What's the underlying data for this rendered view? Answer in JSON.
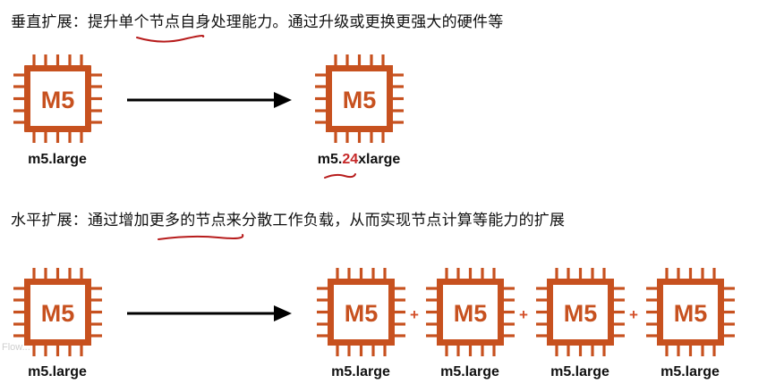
{
  "vertical": {
    "heading": "垂直扩展：提升单个节点自身处理能力。通过升级或更换更强大的硬件等",
    "source_chip": {
      "label": "M5",
      "caption": "m5.large"
    },
    "target_chip": {
      "label": "M5",
      "caption_prefix": "m5.",
      "caption_highlight": "24",
      "caption_suffix": "xlarge"
    }
  },
  "horizontal": {
    "heading": "水平扩展：通过增加更多的节点来分散工作负载，从而实现节点计算等能力的扩展",
    "source_chip": {
      "label": "M5",
      "caption": "m5.large"
    },
    "target_chips": [
      {
        "label": "M5",
        "caption": "m5.large"
      },
      {
        "label": "M5",
        "caption": "m5.large"
      },
      {
        "label": "M5",
        "caption": "m5.large"
      },
      {
        "label": "M5",
        "caption": "m5.large"
      }
    ],
    "plus_sign": "+"
  },
  "watermark": "Flow...",
  "colors": {
    "chip": "#c7511f",
    "arrow": "#000000",
    "highlight": "#c62828",
    "squiggle": "#b71c1c"
  }
}
